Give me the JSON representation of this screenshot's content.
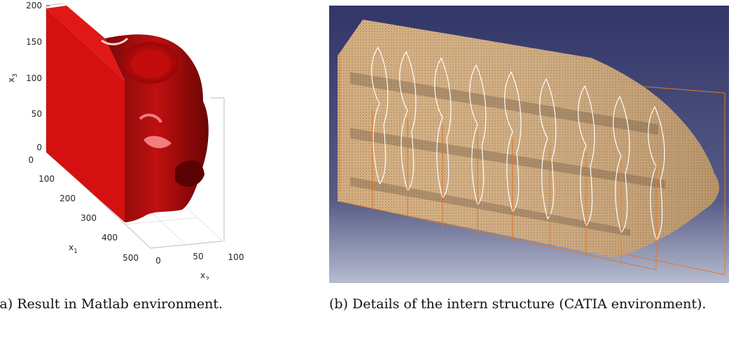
{
  "figure_a": {
    "x3_label": "x",
    "x3_sub": "3",
    "x1_label": "x",
    "x1_sub": "1",
    "x2_label": "x",
    "x2_sub": "2",
    "x3_ticks": [
      "200",
      "150",
      "100",
      "50",
      "0"
    ],
    "x1_ticks": [
      "0",
      "100",
      "200",
      "300",
      "400",
      "500"
    ],
    "x2_ticks": [
      "0",
      "50",
      "100"
    ],
    "surface_color": "#d41010",
    "caption": "(a) Result in Matlab environment."
  },
  "figure_b": {
    "background_top": "#34386a",
    "background_bottom": "#a9aec6",
    "mesh_color": "#d9b382",
    "bbox_color": "#e0782a",
    "caption": "(b) Details of the intern structure (CATIA environment)."
  }
}
